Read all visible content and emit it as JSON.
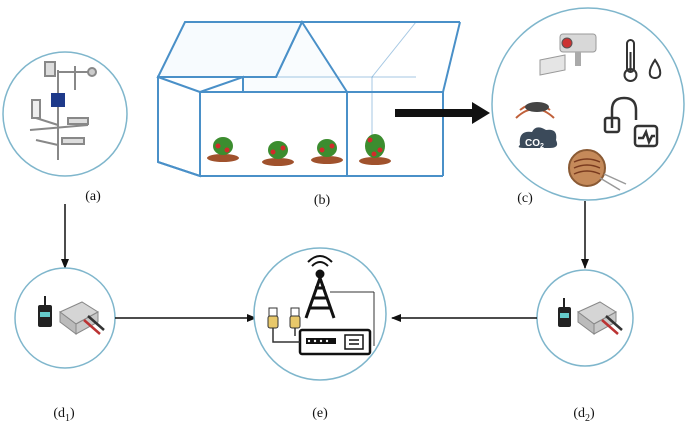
{
  "labels": {
    "a": "(a)",
    "b": "(b)",
    "c": "(c)",
    "d1_main": "(d",
    "d1_sub": "1",
    "d2_main": "(d",
    "d2_sub": "2",
    "e": "(e)",
    "close": ")"
  },
  "co2_text": "CO",
  "co2_sub": "2",
  "colors": {
    "circle_border": "#7fb6cc",
    "greenhouse": "#4a90c8",
    "arrow": "#111111",
    "soil": "#a0522d",
    "leaf": "#3c8d2f",
    "fruit": "#d22b2b"
  },
  "icons": [
    "weather-station-icon",
    "greenhouse-icon",
    "security-camera-icon",
    "thermometer-icon",
    "humidity-drop-icon",
    "co2-sensor-icon",
    "soil-moisture-icon",
    "light-sensor-icon",
    "gateway-device-icon",
    "antenna-tower-icon",
    "router-icon"
  ]
}
